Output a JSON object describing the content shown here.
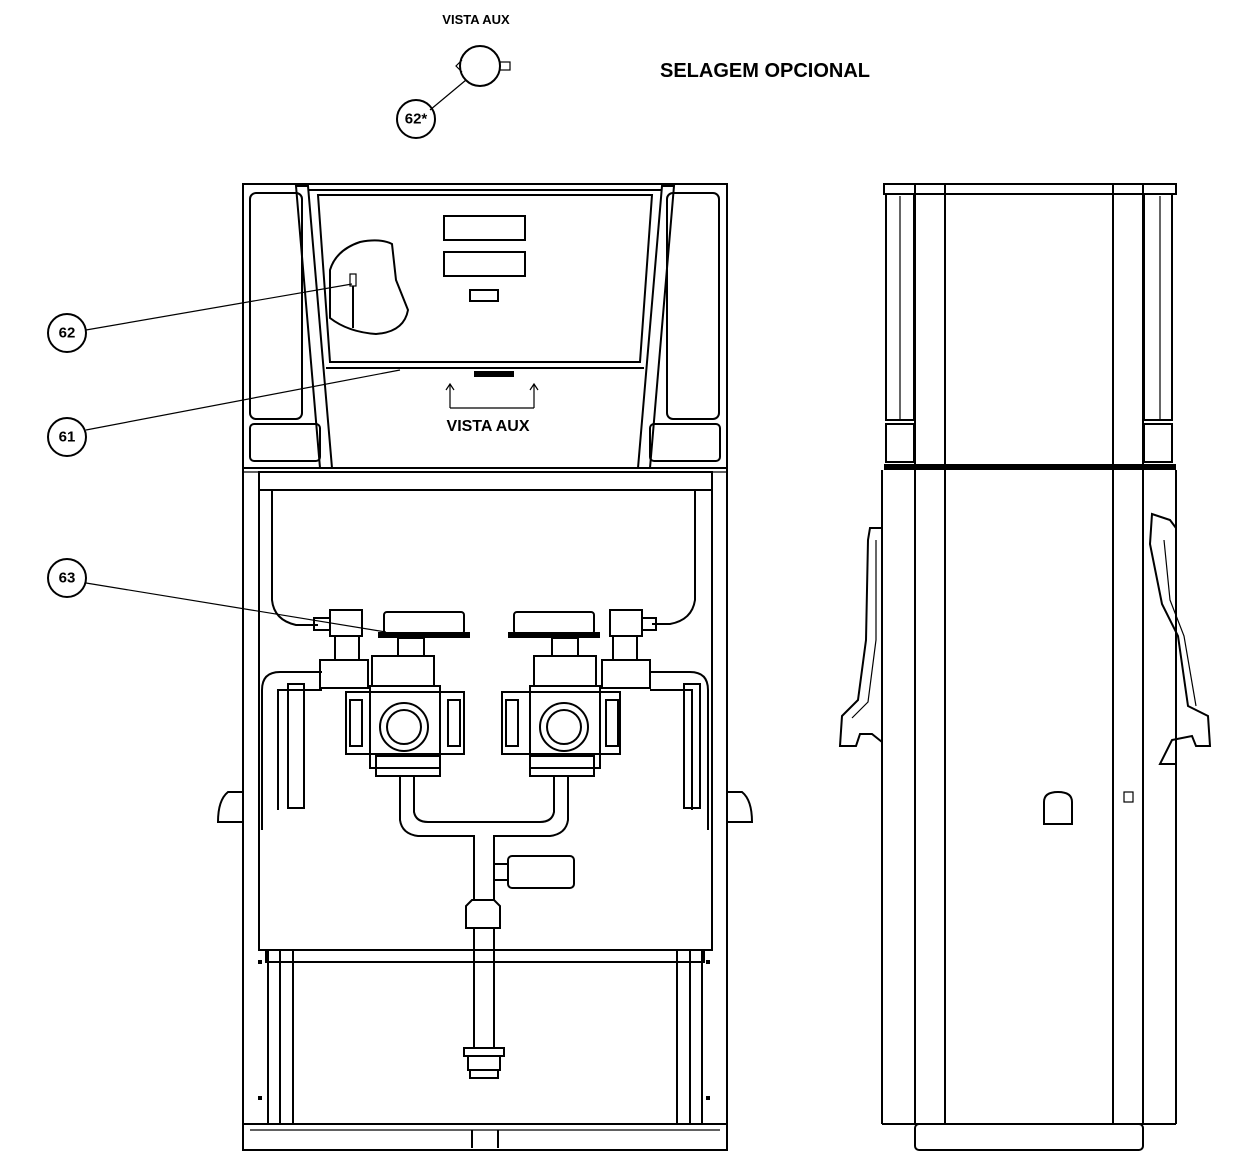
{
  "labels": {
    "top_aux_view": "VISTA AUX",
    "optional_sealing": "SELAGEM OPCIONAL",
    "front_aux_view": "VISTA AUX"
  },
  "callouts": {
    "c62a": "62*",
    "c62": "62",
    "c61": "61",
    "c63": "63"
  }
}
